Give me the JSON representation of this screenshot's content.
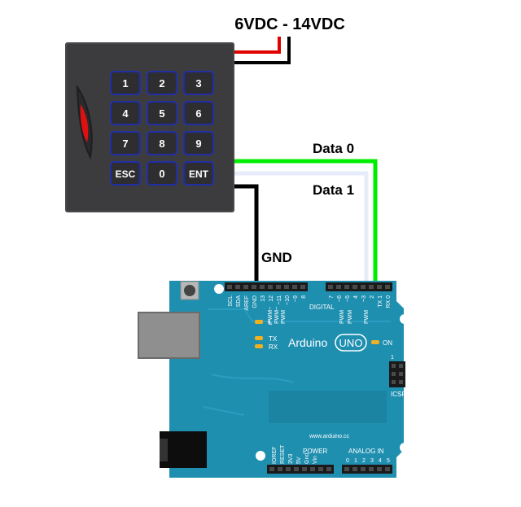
{
  "power": {
    "label": "6VDC - 14VDC"
  },
  "wires": {
    "data0": {
      "label": "Data 0",
      "color": "#00ee00"
    },
    "data1": {
      "label": "Data 1",
      "color": "#e6ecfa"
    },
    "gnd": {
      "label": "GND",
      "color": "#000000"
    },
    "vcc_color": "#e00000"
  },
  "keypad": {
    "body_color": "#3c3c3e",
    "key_border": "#1a2cc8",
    "led_color": "#e01010",
    "keys": [
      "1",
      "2",
      "3",
      "4",
      "5",
      "6",
      "7",
      "8",
      "9",
      "ESC",
      "0",
      "ENT"
    ]
  },
  "arduino": {
    "board_color": "#1f8fb0",
    "brand": "Arduino",
    "model": "UNO",
    "website": "www.arduino.cc",
    "on_label": "ON",
    "l_label": "L",
    "tx_label": "TX",
    "rx_label": "RX",
    "icsp_label": "ICSP",
    "icsp_pin1": "1",
    "digital_label": "DIGITAL",
    "power_label": "POWER",
    "analog_label": "ANALOG IN",
    "top_left_pins": [
      "SCL",
      "SDA",
      "AREF",
      "GND",
      "13",
      "12",
      "~11",
      "~10",
      "~9",
      "8"
    ],
    "top_right_pins": [
      "7",
      "~6",
      "~5",
      "4",
      "~3",
      "2",
      "TX 1",
      "RX 0"
    ],
    "pwm_label": "PWM",
    "pwm_tilde": "PWM~",
    "power_pins": [
      "IOREF",
      "RESET",
      "3V3",
      "5V",
      "Gnd",
      "Vin"
    ],
    "analog_pins": [
      "0",
      "1",
      "2",
      "3",
      "4",
      "5"
    ]
  }
}
